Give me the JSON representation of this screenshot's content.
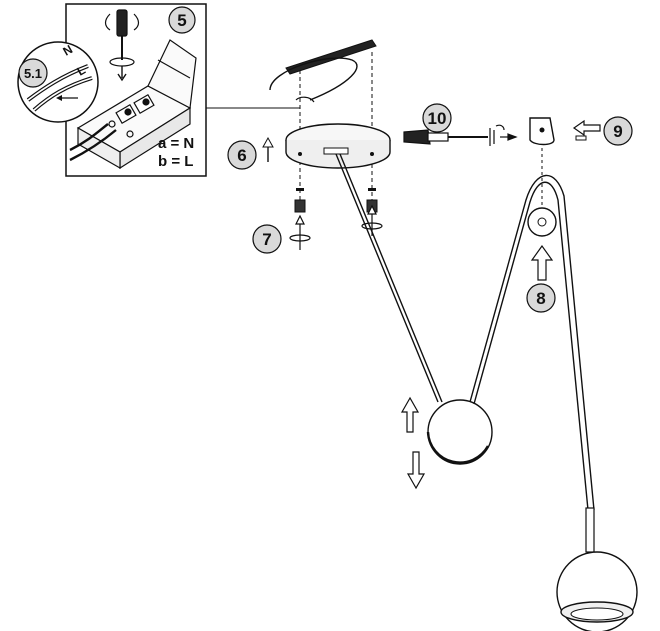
{
  "steps": {
    "step5": "5",
    "step5_1": "5.1",
    "step6": "6",
    "step7": "7",
    "step8": "8",
    "step9": "9",
    "step10": "10"
  },
  "wiring_legend": {
    "a": "a = N",
    "b": "b = L"
  },
  "wire_marks": {
    "n": "N",
    "l": "L"
  },
  "colors": {
    "line": "#111111",
    "badge_fill": "#d9d9d9",
    "shade_fill": "#f2f2f2"
  },
  "icons": [
    "screwdriver-icon",
    "arrow-up-icon",
    "arrow-down-icon",
    "arrow-left-icon",
    "rotate-icon",
    "ceiling-bracket-icon",
    "terminal-block-icon",
    "pendant-lamp-icon"
  ]
}
